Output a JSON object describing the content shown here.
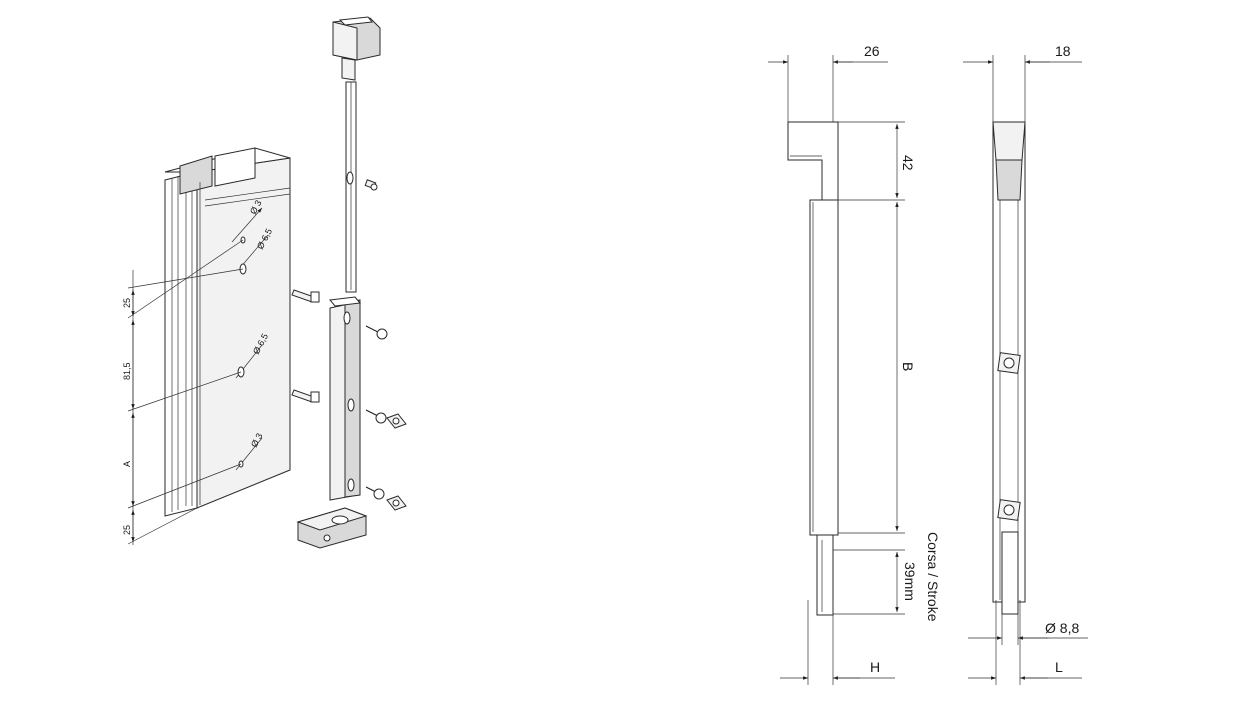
{
  "iso_view": {
    "labels": {
      "d3_top": "Ø 3",
      "d65_top": "Ø 6,5",
      "d65_mid": "Ø 6,5",
      "d3_bottom": "Ø 3",
      "dim_25_top": "25",
      "dim_815": "81,5",
      "dim_a": "A",
      "dim_25_bottom": "25"
    }
  },
  "front_view": {
    "labels": {
      "width": "26",
      "head_height": "42",
      "body_length": "B",
      "stroke": "Corsa / Stroke",
      "stroke_value": "39mm",
      "rod_offset": "H"
    }
  },
  "side_view": {
    "labels": {
      "width": "18",
      "rod_diameter": "Ø 8,8",
      "rod_offset": "L"
    }
  }
}
